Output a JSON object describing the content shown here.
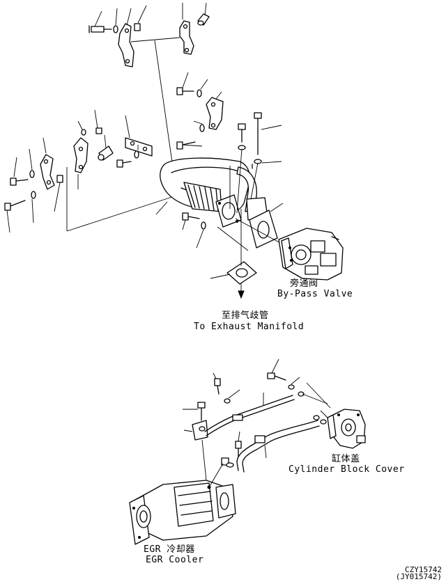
{
  "labels": {
    "bypass_valve_cn": "旁通阀",
    "bypass_valve_en": "By-Pass Valve",
    "exhaust_cn": "至排气歧管",
    "exhaust_en": "To Exhaust Manifold",
    "cylinder_cover_cn": "缸体盖",
    "cylinder_cover_en": "Cylinder Block Cover",
    "egr_cooler_cn": "EGR 冷却器",
    "egr_cooler_en": "EGR Cooler"
  },
  "drawing_codes": {
    "primary": "CZY15742",
    "secondary": "(JY015742)"
  }
}
